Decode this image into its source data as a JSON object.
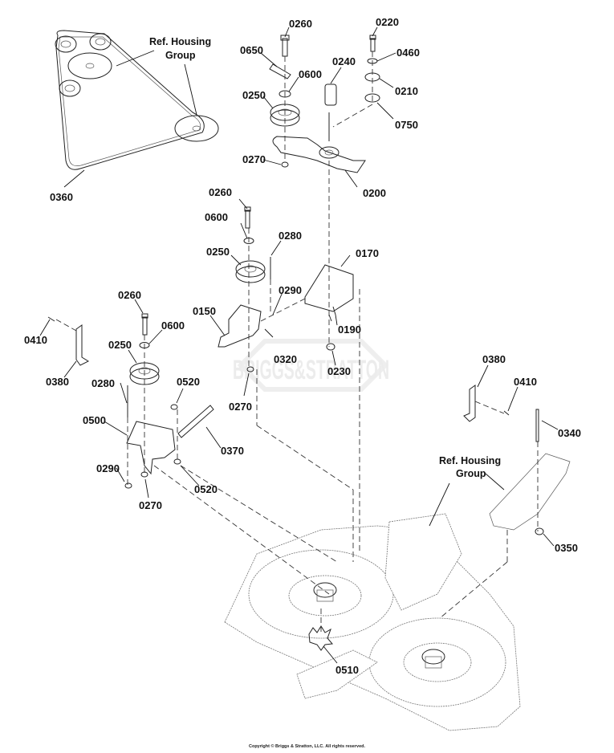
{
  "diagram": {
    "title": "Mower deck belt/idler parts breakdown",
    "watermark": "BRIGGS&STRATTON",
    "copyright": "Copyright © Briggs & Stratton, LLC. All rights reserved.",
    "reference_labels": [
      {
        "id": "ref-housing-top",
        "line1": "Ref. Housing",
        "line2": "Group"
      },
      {
        "id": "ref-housing-right",
        "line1": "Ref. Housing",
        "line2": "Group"
      }
    ],
    "callouts": [
      {
        "id": "c0360",
        "part": "0360"
      },
      {
        "id": "c0260a",
        "part": "0260"
      },
      {
        "id": "c0650",
        "part": "0650"
      },
      {
        "id": "c0600a",
        "part": "0600"
      },
      {
        "id": "c0250a",
        "part": "0250"
      },
      {
        "id": "c0270a",
        "part": "0270"
      },
      {
        "id": "c0240",
        "part": "0240"
      },
      {
        "id": "c0220",
        "part": "0220"
      },
      {
        "id": "c0460",
        "part": "0460"
      },
      {
        "id": "c0210",
        "part": "0210"
      },
      {
        "id": "c0750",
        "part": "0750"
      },
      {
        "id": "c0200",
        "part": "0200"
      },
      {
        "id": "c0260b",
        "part": "0260"
      },
      {
        "id": "c0600b",
        "part": "0600"
      },
      {
        "id": "c0280a",
        "part": "0280"
      },
      {
        "id": "c0250b",
        "part": "0250"
      },
      {
        "id": "c0170",
        "part": "0170"
      },
      {
        "id": "c0290a",
        "part": "0290"
      },
      {
        "id": "c0150",
        "part": "0150"
      },
      {
        "id": "c0190",
        "part": "0190"
      },
      {
        "id": "c0320",
        "part": "0320"
      },
      {
        "id": "c0230",
        "part": "0230"
      },
      {
        "id": "c0270b",
        "part": "0270"
      },
      {
        "id": "c0260c",
        "part": "0260"
      },
      {
        "id": "c0600c",
        "part": "0600"
      },
      {
        "id": "c0410a",
        "part": "0410"
      },
      {
        "id": "c0250c",
        "part": "0250"
      },
      {
        "id": "c0380a",
        "part": "0380"
      },
      {
        "id": "c0280b",
        "part": "0280"
      },
      {
        "id": "c0520a",
        "part": "0520"
      },
      {
        "id": "c0500",
        "part": "0500"
      },
      {
        "id": "c0370",
        "part": "0370"
      },
      {
        "id": "c0290b",
        "part": "0290"
      },
      {
        "id": "c0520b",
        "part": "0520"
      },
      {
        "id": "c0270c",
        "part": "0270"
      },
      {
        "id": "c0380b",
        "part": "0380"
      },
      {
        "id": "c0410b",
        "part": "0410"
      },
      {
        "id": "c0340",
        "part": "0340"
      },
      {
        "id": "c0350",
        "part": "0350"
      },
      {
        "id": "c0510",
        "part": "0510"
      }
    ]
  }
}
